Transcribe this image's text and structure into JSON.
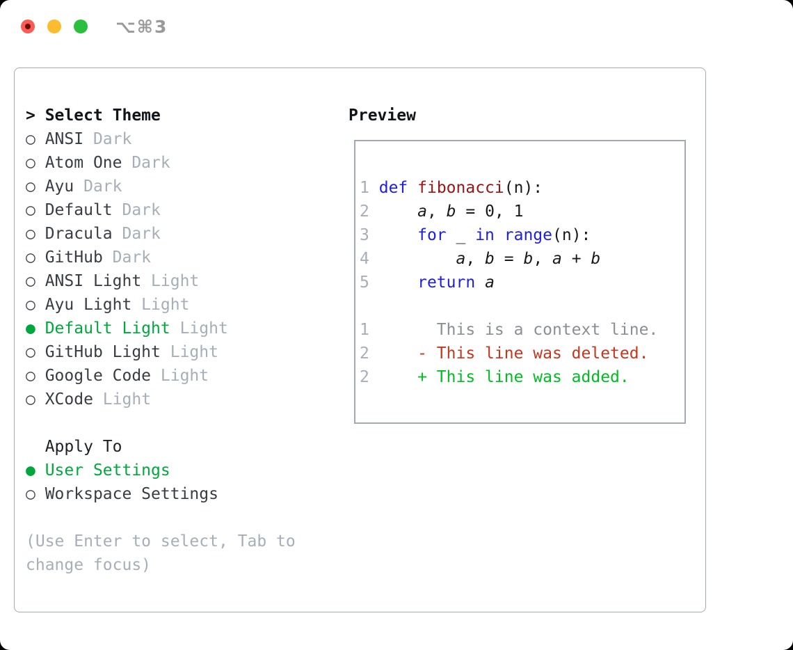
{
  "window": {
    "title": "⌥⌘3",
    "traffic_lights": [
      "close",
      "minimize",
      "zoom"
    ]
  },
  "colors": {
    "selection_green": "#00a73e",
    "added_green": "#00bd23",
    "deleted_red": "#c5361e",
    "keyword_blue": "#1d1de4",
    "function_red": "#9b1313",
    "muted_gray": "#a6aeb8",
    "context_gray": "#8b8f93",
    "text_dark": "#383d44",
    "border_gray": "#a3a9b2"
  },
  "theme_panel": {
    "header": {
      "cursor": "> ",
      "label": "Select Theme"
    },
    "items": [
      {
        "marker": "○ ",
        "name": "ANSI",
        "variant": "Dark",
        "selected": false
      },
      {
        "marker": "○ ",
        "name": "Atom One",
        "variant": "Dark",
        "selected": false
      },
      {
        "marker": "○ ",
        "name": "Ayu",
        "variant": "Dark",
        "selected": false
      },
      {
        "marker": "○ ",
        "name": "Default",
        "variant": "Dark",
        "selected": false
      },
      {
        "marker": "○ ",
        "name": "Dracula",
        "variant": "Dark",
        "selected": false
      },
      {
        "marker": "○ ",
        "name": "GitHub",
        "variant": "Dark",
        "selected": false
      },
      {
        "marker": "○ ",
        "name": "ANSI Light",
        "variant": "Light",
        "selected": false
      },
      {
        "marker": "○ ",
        "name": "Ayu Light",
        "variant": "Light",
        "selected": false
      },
      {
        "marker": "● ",
        "name": "Default Light",
        "variant": "Light",
        "selected": true
      },
      {
        "marker": "○ ",
        "name": "GitHub Light",
        "variant": "Light",
        "selected": false
      },
      {
        "marker": "○ ",
        "name": "Google Code",
        "variant": "Light",
        "selected": false
      },
      {
        "marker": "○ ",
        "name": "XCode",
        "variant": "Light",
        "selected": false
      }
    ],
    "apply_to": {
      "label": "  Apply To",
      "options": [
        {
          "marker": "● ",
          "label": "User Settings",
          "selected": true
        },
        {
          "marker": "○ ",
          "label": "Workspace Settings",
          "selected": false
        }
      ]
    },
    "hint_lines": [
      "(Use Enter to select, Tab to",
      "change focus)"
    ]
  },
  "preview": {
    "label": "Preview",
    "lines": [
      [],
      [
        {
          "c": "ln",
          "t": "1"
        },
        {
          "c": "pl",
          "t": " "
        },
        {
          "c": "kw",
          "t": "def"
        },
        {
          "c": "pl",
          "t": " "
        },
        {
          "c": "fn",
          "t": "fibonacci"
        },
        {
          "c": "pl",
          "t": "(n):"
        }
      ],
      [
        {
          "c": "ln",
          "t": "2"
        },
        {
          "c": "pl",
          "t": "     "
        },
        {
          "c": "var",
          "t": "a"
        },
        {
          "c": "pl",
          "t": ", "
        },
        {
          "c": "var",
          "t": "b"
        },
        {
          "c": "pl",
          "t": " = 0, 1"
        }
      ],
      [
        {
          "c": "ln",
          "t": "3"
        },
        {
          "c": "pl",
          "t": "     "
        },
        {
          "c": "kw",
          "t": "for"
        },
        {
          "c": "pl",
          "t": " _ "
        },
        {
          "c": "kw",
          "t": "in"
        },
        {
          "c": "pl",
          "t": " "
        },
        {
          "c": "kw",
          "t": "range"
        },
        {
          "c": "pl",
          "t": "(n):"
        }
      ],
      [
        {
          "c": "ln",
          "t": "4"
        },
        {
          "c": "pl",
          "t": "         "
        },
        {
          "c": "var",
          "t": "a"
        },
        {
          "c": "pl",
          "t": ", "
        },
        {
          "c": "var",
          "t": "b"
        },
        {
          "c": "pl",
          "t": " = "
        },
        {
          "c": "var",
          "t": "b"
        },
        {
          "c": "pl",
          "t": ", "
        },
        {
          "c": "var",
          "t": "a"
        },
        {
          "c": "pl",
          "t": " + "
        },
        {
          "c": "var",
          "t": "b"
        }
      ],
      [
        {
          "c": "ln",
          "t": "5"
        },
        {
          "c": "pl",
          "t": "     "
        },
        {
          "c": "kw",
          "t": "return"
        },
        {
          "c": "pl",
          "t": " "
        },
        {
          "c": "var",
          "t": "a"
        }
      ],
      [],
      [
        {
          "c": "ln",
          "t": "1"
        },
        {
          "c": "pl",
          "t": "       "
        },
        {
          "c": "ctx",
          "t": "This is a context line."
        }
      ],
      [
        {
          "c": "ln",
          "t": "2"
        },
        {
          "c": "pl",
          "t": "     "
        },
        {
          "c": "del",
          "t": "- This line was deleted."
        }
      ],
      [
        {
          "c": "ln",
          "t": "2"
        },
        {
          "c": "pl",
          "t": "     "
        },
        {
          "c": "add",
          "t": "+ This line was added."
        }
      ]
    ]
  }
}
